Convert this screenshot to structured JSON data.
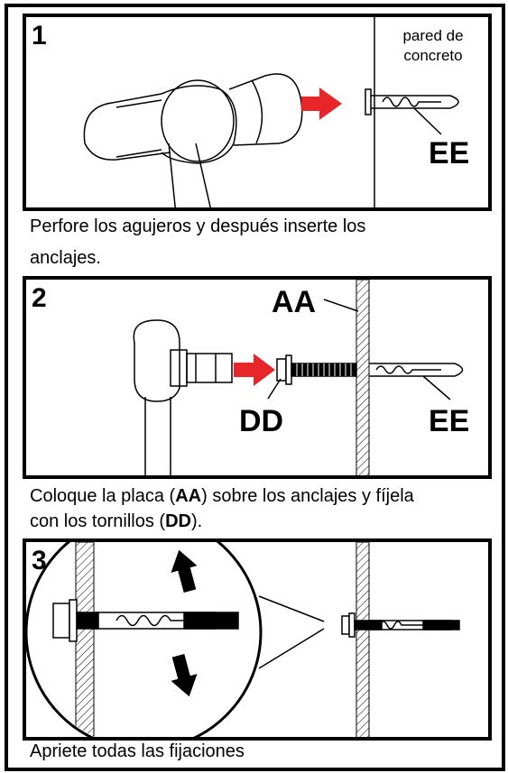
{
  "step1": {
    "number": "1",
    "wall_label_line1": "pared de",
    "wall_label_line2": "concreto",
    "anchor_label": "EE",
    "caption_line1": "Perfore los agujeros y después inserte los",
    "caption_line2": "anclajes."
  },
  "step2": {
    "number": "2",
    "plate_label": "AA",
    "screw_label": "DD",
    "anchor_label": "EE",
    "caption_a": "Coloque la placa (",
    "caption_b": "AA",
    "caption_c": ") sobre los anclajes y fíjela",
    "caption_d": "con los tornillos (",
    "caption_e": "DD",
    "caption_f": ")."
  },
  "step3": {
    "number": "3",
    "caption": "Apriete todas las fijaciones"
  },
  "colors": {
    "arrow_red": "#e8262a",
    "line": "#000000"
  }
}
